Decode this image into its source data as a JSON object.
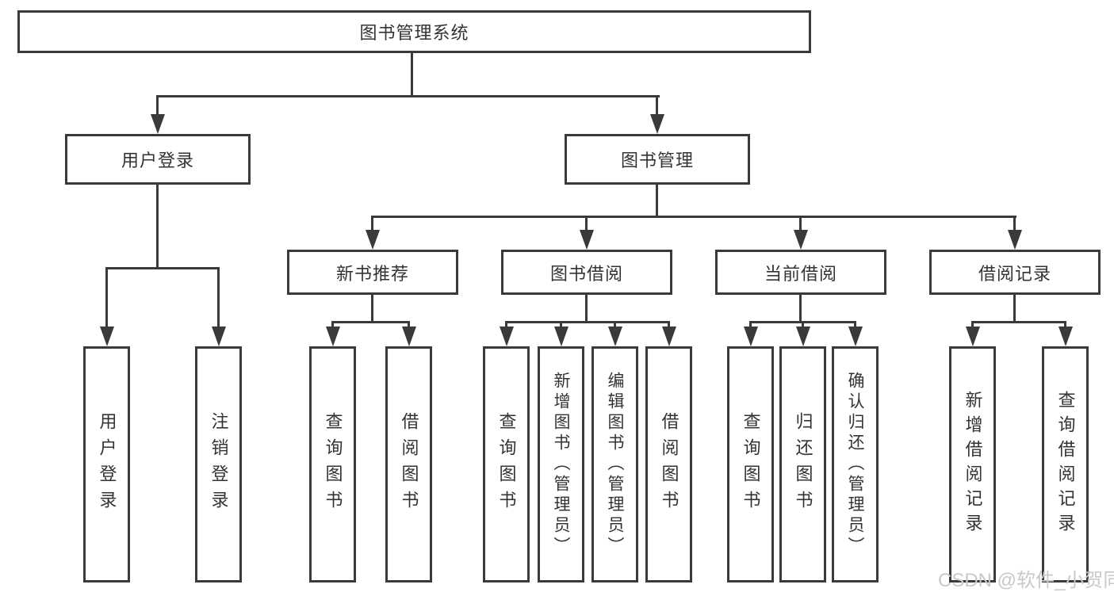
{
  "diagram": {
    "root_label": "图书管理系统",
    "user_login": {
      "label": "用户登录",
      "children": [
        "用户登录",
        "注销登录"
      ]
    },
    "book_management": {
      "label": "图书管理",
      "sections": [
        {
          "label": "新书推荐",
          "children": [
            "查询图书",
            "借阅图书"
          ]
        },
        {
          "label": "图书借阅",
          "children": [
            "查询图书",
            "新增图书（管理员）",
            "编辑图书（管理员）",
            "借阅图书"
          ]
        },
        {
          "label": "当前借阅",
          "children": [
            "查询图书",
            "归还图书",
            "确认归还（管理员）"
          ]
        },
        {
          "label": "借阅记录",
          "children": [
            "新增借阅记录",
            "查询借阅记录"
          ]
        }
      ]
    }
  },
  "watermark": {
    "text": "CSDN @软件_小贺同学",
    "color": "#c9c9c9"
  },
  "style": {
    "line_color": "#3a3a3a",
    "text_color": "#333333",
    "background": "#ffffff"
  }
}
